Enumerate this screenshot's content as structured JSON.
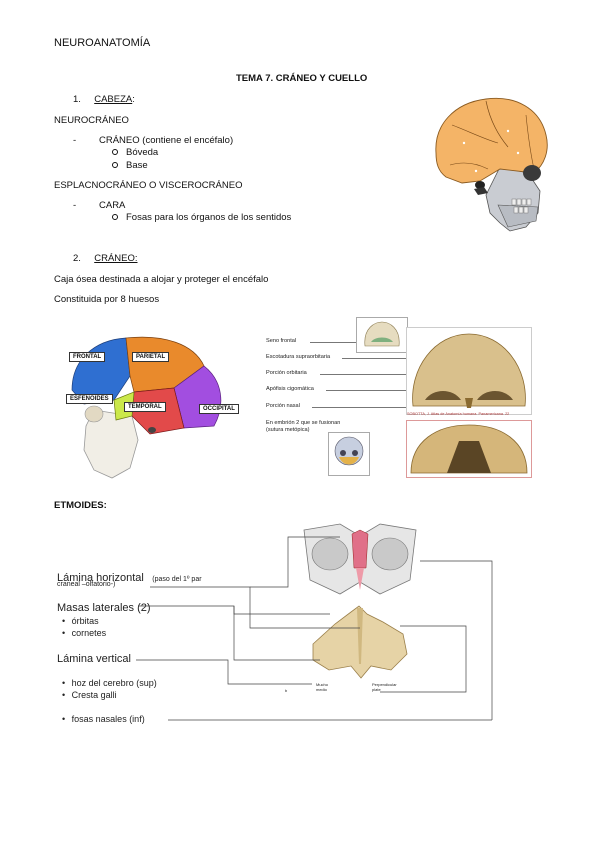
{
  "header": {
    "title": "NEUROANATOMÍA"
  },
  "topic": {
    "title": "TEMA 7. CRÁNEO Y CUELLO"
  },
  "section1": {
    "number": "1.",
    "heading": "CABEZA",
    "heading_suffix": ":",
    "neuro_title": "NEUROCRÁNEO",
    "neuro_item": "CRÁNEO (contiene el encéfalo)",
    "neuro_sub": [
      "Bóveda",
      "Base"
    ],
    "esplac_title": "ESPLACNOCRÁNEO O VISCEROCRÁNEO",
    "esplac_item": "CARA",
    "esplac_sub": [
      "Fosas para los órganos de los sentidos"
    ]
  },
  "section2": {
    "number": "2.",
    "heading": "CRÁNEO:",
    "line1": "Caja ósea destinada a alojar y proteger el encéfalo",
    "line2": "Constituida por 8 huesos"
  },
  "skull_labels": {
    "frontal": "FRONTAL",
    "parietal": "PARIETAL",
    "esfenoides": "ESFENOIDES",
    "temporal": "TEMPORAL",
    "occipital": "OCCIPITAL"
  },
  "frontal_labels": {
    "items": [
      "Seno frontal",
      "Escotadura supraorbitaria",
      "Porción orbitaria",
      "Apófisis cigomática",
      "Porción nasal"
    ],
    "embryo": "En embrión 2 que se fusionan (sutura metópica)",
    "caption": "SOBOTTA, J. Atlas de Anatomía humana. Panamericana. 22"
  },
  "etmoides": {
    "title": "ETMOIDES:",
    "lamina_horizontal": "Lámina horizontal",
    "lamina_horizontal_note": "(paso del 1º par",
    "lamina_horizontal_note2": "craneal –olfatorio-)",
    "masas": "Masas laterales (2)",
    "masas_items": [
      "órbitas",
      "cornetes"
    ],
    "lamina_vertical": "Lámina vertical",
    "vertical_items": [
      "hoz del cerebro (sup)",
      "Cresta galli"
    ],
    "fosas": "fosas nasales (inf)",
    "tiny1": "Mucho",
    "tiny1b": "medio",
    "tiny2": "Perpendicular",
    "tiny2b": "plate",
    "tiny3": "b"
  },
  "colors": {
    "frontal": "#2f6fd1",
    "parietal": "#e98a2c",
    "temporal": "#e24a4a",
    "occipital": "#a24ee0",
    "esfenoides": "#cbe84a",
    "bone": "#d9c08c",
    "skull_orange": "#f4b467"
  }
}
